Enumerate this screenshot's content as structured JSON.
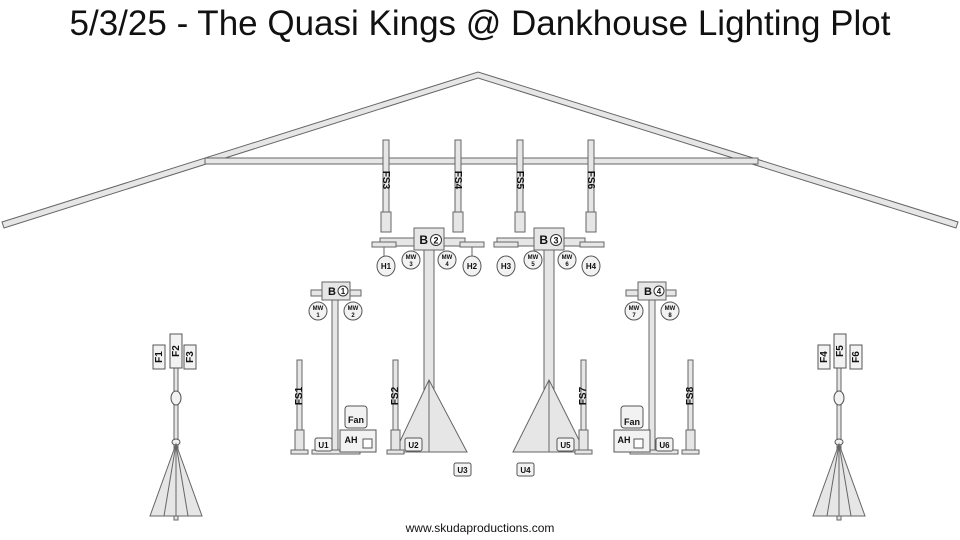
{
  "title": "5/3/25 - The Quasi Kings @ Dankhouse Lighting Plot",
  "footer": "www.skudaproductions.com",
  "colors": {
    "structure": "#e6e6e6",
    "outline": "#666666",
    "text": "#111111"
  },
  "truss_labels": {
    "fs3": "FS3",
    "fs4": "FS4",
    "fs5": "FS5",
    "fs6": "FS6"
  },
  "bars": {
    "b1": "1",
    "b2": "2",
    "b3": "3",
    "b4": "4",
    "prefix": "B"
  },
  "washes": {
    "prefix": "MW",
    "n1": "1",
    "n2": "2",
    "n3": "3",
    "n4": "4",
    "n5": "5",
    "n6": "6",
    "n7": "7",
    "n8": "8"
  },
  "hazers": {
    "h1": "H1",
    "h2": "H2",
    "h3": "H3",
    "h4": "H4"
  },
  "floor_stands": {
    "fs1": "FS1",
    "fs2": "FS2",
    "fs7": "FS7",
    "fs8": "FS8"
  },
  "uplights": {
    "u1": "U1",
    "u2": "U2",
    "u3": "U3",
    "u4": "U4",
    "u5": "U5",
    "u6": "U6"
  },
  "floods": {
    "f1": "F1",
    "f2": "F2",
    "f3": "F3",
    "f4": "F4",
    "f5": "F5",
    "f6": "F6"
  },
  "fan_label": "Fan",
  "hazer_unit_label": "AH"
}
